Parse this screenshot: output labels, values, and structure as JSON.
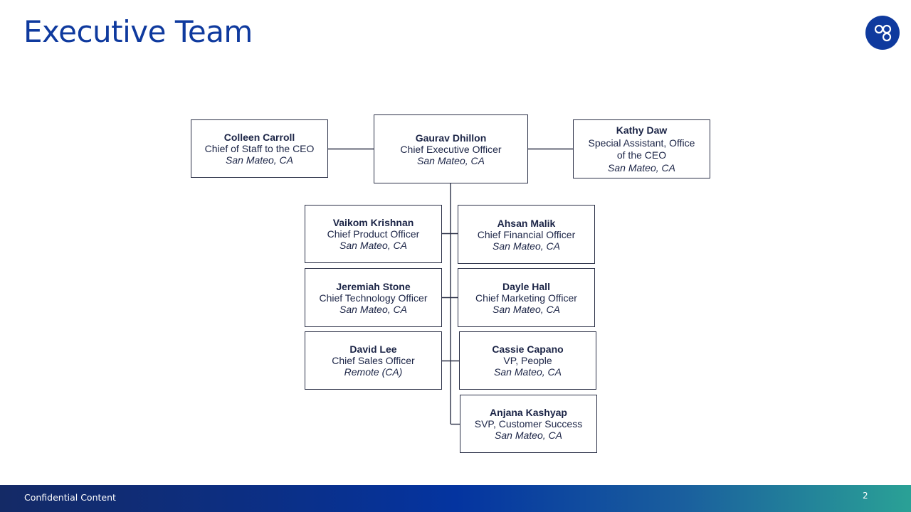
{
  "header": {
    "title": "Executive Team",
    "logo_icon": "chain-links-icon",
    "brand_color": "#0f3a9e"
  },
  "org_chart": {
    "ceo": {
      "name": "Gaurav Dhillon",
      "title": "Chief Executive Officer",
      "location": "San Mateo, CA"
    },
    "staff_left": {
      "name": "Colleen Carroll",
      "title": "Chief of Staff to the CEO",
      "location": "San Mateo, CA"
    },
    "staff_right": {
      "name": "Kathy Daw",
      "title": "Special Assistant, Office of the CEO",
      "location": "San Mateo, CA"
    },
    "reports_left": [
      {
        "name": "Vaikom Krishnan",
        "title": "Chief Product Officer",
        "location": "San Mateo, CA"
      },
      {
        "name": "Jeremiah Stone",
        "title": "Chief Technology Officer",
        "location": "San Mateo, CA"
      },
      {
        "name": "David Lee",
        "title": "Chief Sales Officer",
        "location": "Remote (CA)"
      }
    ],
    "reports_right": [
      {
        "name": "Ahsan Malik",
        "title": "Chief Financial Officer",
        "location": "San Mateo, CA"
      },
      {
        "name": "Dayle Hall",
        "title": "Chief Marketing Officer",
        "location": "San Mateo, CA"
      },
      {
        "name": "Cassie Capano",
        "title": "VP, People",
        "location": "San Mateo, CA"
      },
      {
        "name": "Anjana Kashyap",
        "title": "SVP, Customer Success",
        "location": "San Mateo, CA"
      }
    ]
  },
  "footer": {
    "label": "Confidential Content",
    "page_number": "2"
  }
}
